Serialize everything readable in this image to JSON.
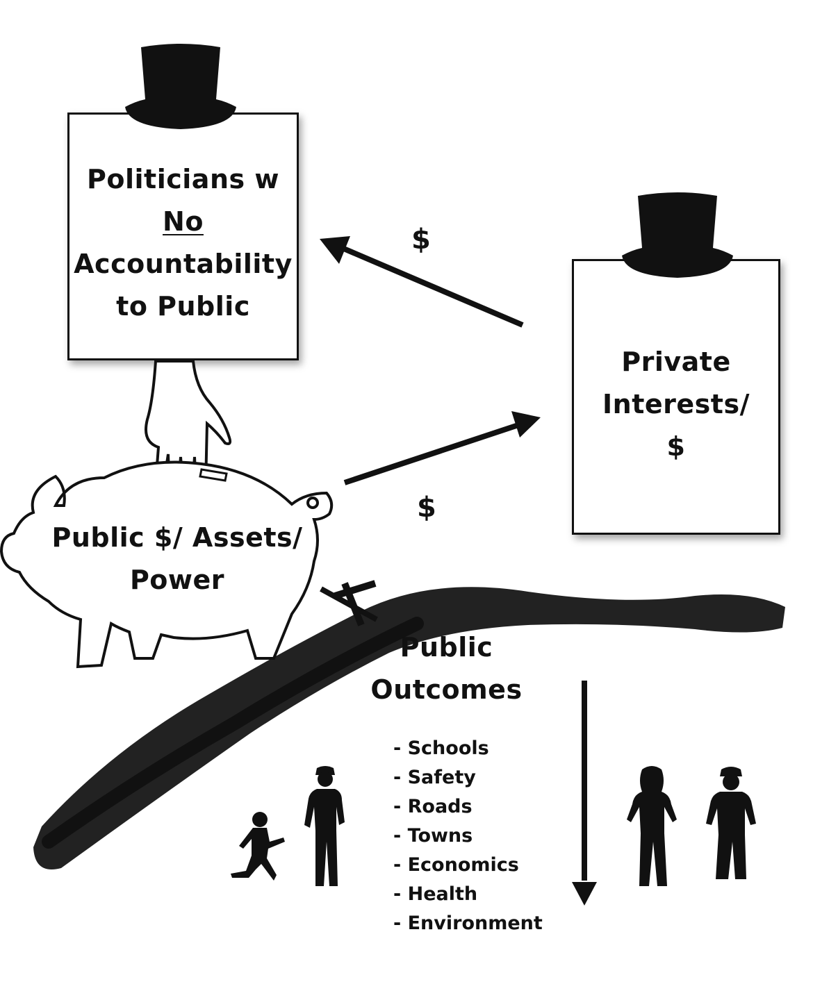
{
  "politicians": {
    "line1": "Politicians w",
    "line2": "No",
    "line3": "Accountability",
    "line4": "to Public"
  },
  "private_interests": {
    "line1": "Private",
    "line2": "Interests/",
    "line3": "$"
  },
  "public_assets": {
    "line1": "Public $/ Assets/",
    "line2": "Power"
  },
  "flow_labels": {
    "to_politicians": "$",
    "to_private": "$"
  },
  "public_outcomes": {
    "line1": "Public",
    "line2": "Outcomes",
    "items": [
      "- Schools",
      "- Safety",
      "- Roads",
      "- Towns",
      "- Economics",
      "- Health",
      "- Environment"
    ]
  },
  "icons": [
    "top-hat-icon",
    "top-hat-icon",
    "hand-icon",
    "piggy-bank-icon",
    "crossed-out-arrow-icon",
    "down-arrow-icon",
    "running-child-icon",
    "worker-woman-icon",
    "woman-icon",
    "worker-man-icon"
  ],
  "colors": {
    "ink": "#111111",
    "background": "#ffffff"
  }
}
